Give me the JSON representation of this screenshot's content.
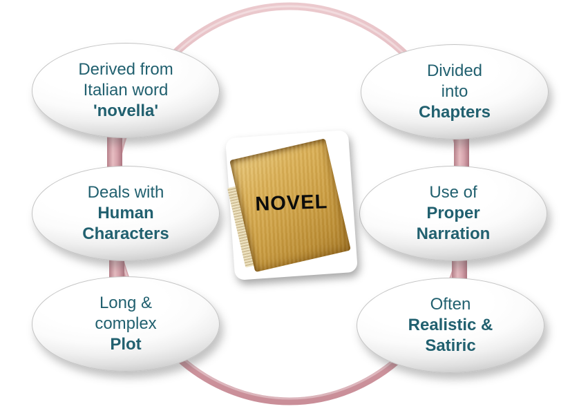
{
  "diagram": {
    "center_label": "NOVEL",
    "nodes": [
      {
        "regular": "Derived from\nItalian word",
        "bold": "'novella'"
      },
      {
        "regular": "Divided\ninto",
        "bold": "Chapters"
      },
      {
        "regular": "Deals with",
        "bold": "Human\nCharacters"
      },
      {
        "regular": "Use of",
        "bold": "Proper\nNarration"
      },
      {
        "regular": "Long &\ncomplex",
        "bold": "Plot"
      },
      {
        "regular": "Often",
        "bold": "Realistic &\nSatiric"
      }
    ],
    "colors": {
      "node_text": "#21606F",
      "ring_pink": "#D6A2AA",
      "oval_fill": "#FFFFFF",
      "book_gold": "#CDA045",
      "book_title_text": "#0C0C0C"
    }
  }
}
